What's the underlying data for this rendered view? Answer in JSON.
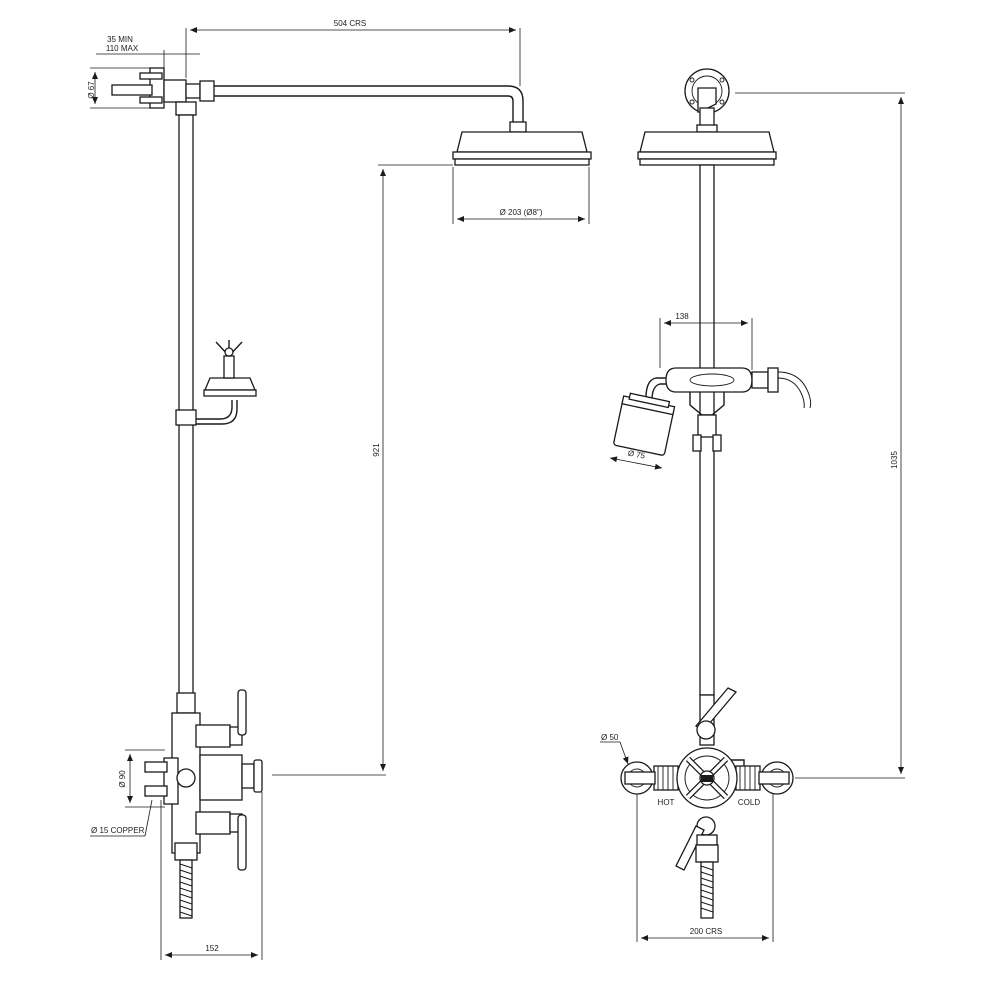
{
  "dimensions": {
    "arm_crs": "504 CRS",
    "wall_min": "35 MIN",
    "wall_max": "110 MAX",
    "flange_dia": "Ø 67",
    "head_dia": "Ø 203 (Ø8\")",
    "head_height": "921",
    "valve_dia": "Ø 90",
    "copper": "Ø 15 COPPER",
    "valve_width": "152",
    "handset_width": "138",
    "handset_dia": "Ø 75",
    "total_height": "1035",
    "elbow_dia": "Ø 50",
    "inlet_crs": "200 CRS"
  },
  "labels": {
    "hot": "HOT",
    "cold": "COLD"
  }
}
